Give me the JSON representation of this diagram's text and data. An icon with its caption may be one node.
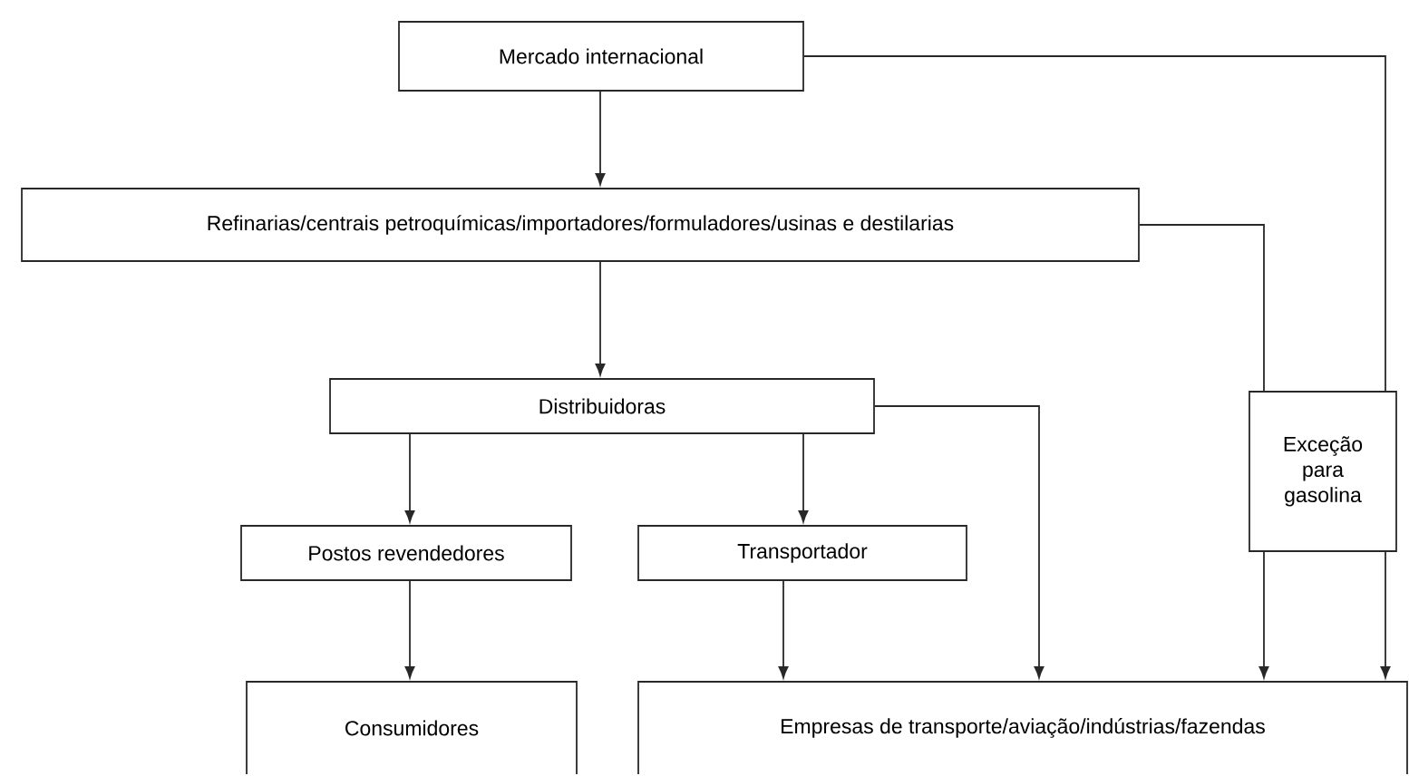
{
  "diagram": {
    "nodes": [
      {
        "text": [
          "Mercado internacional"
        ]
      },
      {
        "text": [
          "Refinarias/centrais petroquímicas/importadores/formuladores/usinas e destilarias"
        ]
      },
      {
        "text": [
          "Distribuidoras"
        ]
      },
      {
        "text": [
          "Postos revendedores"
        ]
      },
      {
        "text": [
          "Transportador"
        ]
      },
      {
        "text": [
          "Exceção para gasolina"
        ]
      },
      {
        "text": [
          "Consumidores"
        ]
      },
      {
        "text": [
          "Empresas de transporte/aviação/indústrias/fazendas"
        ]
      }
    ],
    "edges": [
      {
        "from": 0,
        "to": 1,
        "arrow": "to"
      },
      {
        "from": 1,
        "to": 2,
        "arrow": "to"
      },
      {
        "from": 2,
        "to": 3,
        "arrow": "to"
      },
      {
        "from": 2,
        "to": 4,
        "arrow": "to"
      },
      {
        "from": 2,
        "to": 7,
        "arrow": "to"
      },
      {
        "from": 3,
        "to": 6,
        "arrow": "to"
      },
      {
        "from": 4,
        "to": 7,
        "arrow": "to"
      },
      {
        "from": 0,
        "to": 5,
        "arrow": "none"
      },
      {
        "from": 1,
        "to": 5,
        "arrow": "none"
      },
      {
        "from": 5,
        "to": 7,
        "arrow": "to"
      },
      {
        "from": 5,
        "to": 7,
        "arrow": "to"
      }
    ]
  }
}
